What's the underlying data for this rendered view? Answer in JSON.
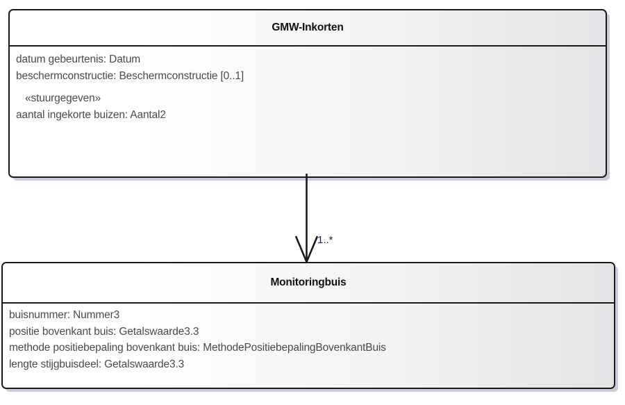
{
  "diagram": {
    "type": "uml-class-diagram",
    "background_color": "#ffffff",
    "border_color": "#1a1a1a",
    "text_color": "#4a4a4a",
    "title_color": "#111111",
    "shadow_color": "#bec3d1",
    "multiplicity_color": "#12205a"
  },
  "classes": [
    {
      "name": "GMW-Inkorten",
      "attributes": [
        {
          "text": "datum gebeurtenis: Datum",
          "stereotype": false
        },
        {
          "text": "beschermconstructie: Beschermconstructie [0..1]",
          "stereotype": false
        },
        {
          "text": "«stuurgegeven»",
          "stereotype": true
        },
        {
          "text": "aantal ingekorte buizen: Aantal2",
          "stereotype": false
        }
      ]
    },
    {
      "name": "Monitoringbuis",
      "attributes": [
        {
          "text": "buisnummer: Nummer3",
          "stereotype": false
        },
        {
          "text": "positie bovenkant buis: Getalswaarde3.3",
          "stereotype": false
        },
        {
          "text": "methode positiebepaling bovenkant buis: MethodePositiebepalingBovenkantBuis",
          "stereotype": false
        },
        {
          "text": "lengte stijgbuisdeel: Getalswaarde3.3",
          "stereotype": false
        }
      ]
    }
  ],
  "association": {
    "from": "GMW-Inkorten",
    "to": "Monitoringbuis",
    "multiplicity_target": "1..*",
    "arrow_style": "open-arrowhead",
    "direction": "down"
  }
}
